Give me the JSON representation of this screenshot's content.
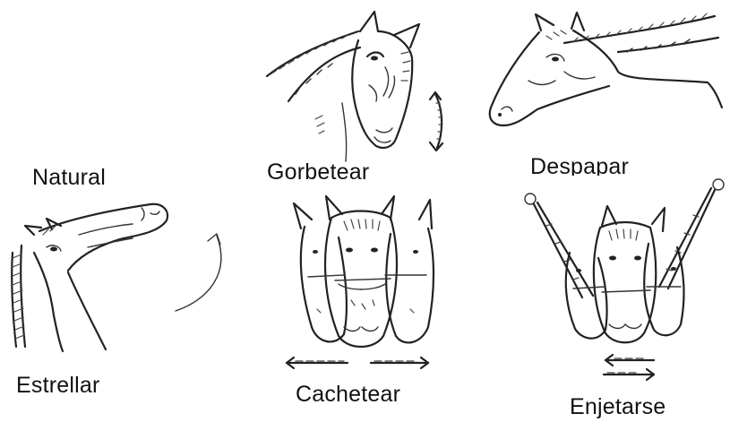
{
  "labels": {
    "natural": "Natural",
    "gorbetear": "Gorbetear",
    "despapar": "Despapar",
    "estrellar": "Estrellar",
    "cachetear": "Cachetear",
    "enjetarse": "Enjetarse"
  },
  "colors": {
    "ink": "#222222",
    "background": "#ffffff"
  }
}
